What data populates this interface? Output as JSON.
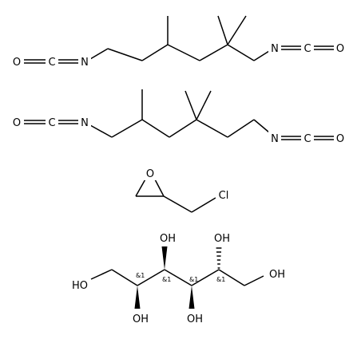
{
  "colors": {
    "bond": "#000000",
    "background": "#ffffff"
  },
  "molecules": [
    {
      "id": "iso1",
      "atoms": [
        {
          "key": "o1",
          "label": "O"
        },
        {
          "key": "c1",
          "label": "C"
        },
        {
          "key": "n1",
          "label": "N"
        },
        {
          "key": "n2",
          "label": "N"
        },
        {
          "key": "c2",
          "label": "C"
        },
        {
          "key": "o2",
          "label": "O"
        }
      ]
    },
    {
      "id": "iso2",
      "atoms": [
        {
          "key": "o1",
          "label": "O"
        },
        {
          "key": "c1",
          "label": "C"
        },
        {
          "key": "n1",
          "label": "N"
        },
        {
          "key": "n2",
          "label": "N"
        },
        {
          "key": "c2",
          "label": "C"
        },
        {
          "key": "o2",
          "label": "O"
        }
      ]
    },
    {
      "id": "epi",
      "atoms": [
        {
          "key": "o",
          "label": "O"
        },
        {
          "key": "cl",
          "label": "Cl"
        }
      ]
    },
    {
      "id": "sorbitol",
      "atoms": [
        {
          "key": "ho1",
          "label": "HO"
        },
        {
          "key": "oh_b1",
          "label": "OH"
        },
        {
          "key": "oh_t1",
          "label": "OH"
        },
        {
          "key": "oh_b2",
          "label": "OH"
        },
        {
          "key": "oh_t2",
          "label": "OH"
        },
        {
          "key": "oh6",
          "label": "OH"
        }
      ],
      "stereo_labels": [
        "&1",
        "&1",
        "&1",
        "&1"
      ]
    }
  ]
}
